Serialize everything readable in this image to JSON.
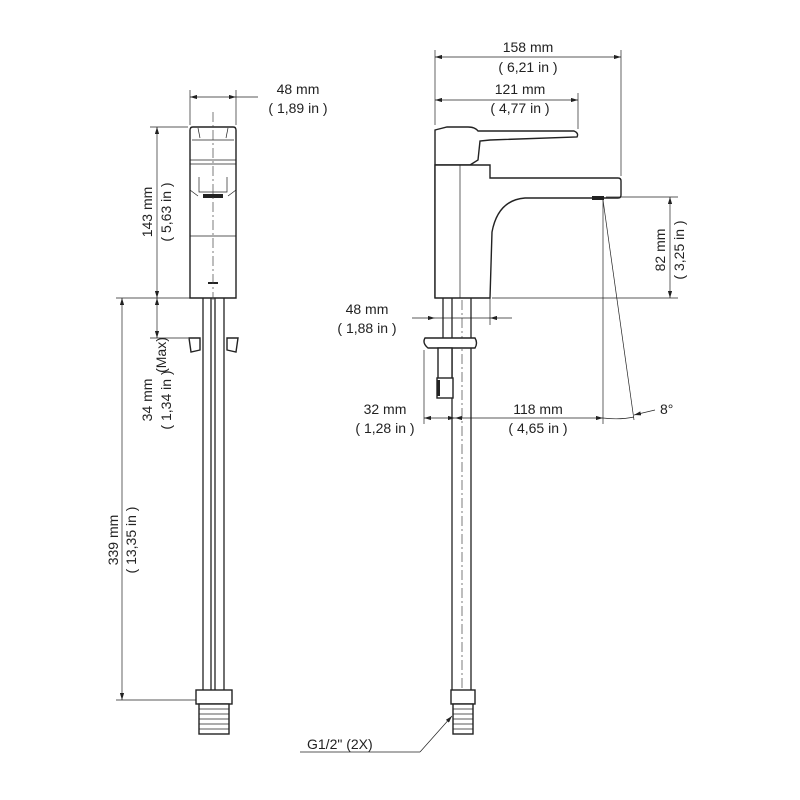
{
  "front_view": {
    "width": {
      "mm": "48 mm",
      "in": "( 1,89 in )"
    },
    "height": {
      "mm": "143 mm",
      "in": "( 5,63 in )"
    },
    "deck_thickness": {
      "mm": "34 mm",
      "in": "( 1,34 in )",
      "note": "(Max)"
    },
    "hose_length": {
      "mm": "339 mm",
      "in": "( 13,35 in )"
    }
  },
  "side_view": {
    "overall_length": {
      "mm": "158 mm",
      "in": "( 6,21 in )"
    },
    "handle_length": {
      "mm": "121 mm",
      "in": "( 4,77 in )"
    },
    "spout_height": {
      "mm": "82 mm",
      "in": "( 3,25 in )"
    },
    "base_width": {
      "mm": "48 mm",
      "in": "( 1,88 in )"
    },
    "rod_offset": {
      "mm": "32 mm",
      "in": "( 1,28 in )"
    },
    "spout_reach": {
      "mm": "118 mm",
      "in": "( 4,65 in )"
    },
    "flow_angle": "8°",
    "connection": "G1/2\" (2X)"
  }
}
